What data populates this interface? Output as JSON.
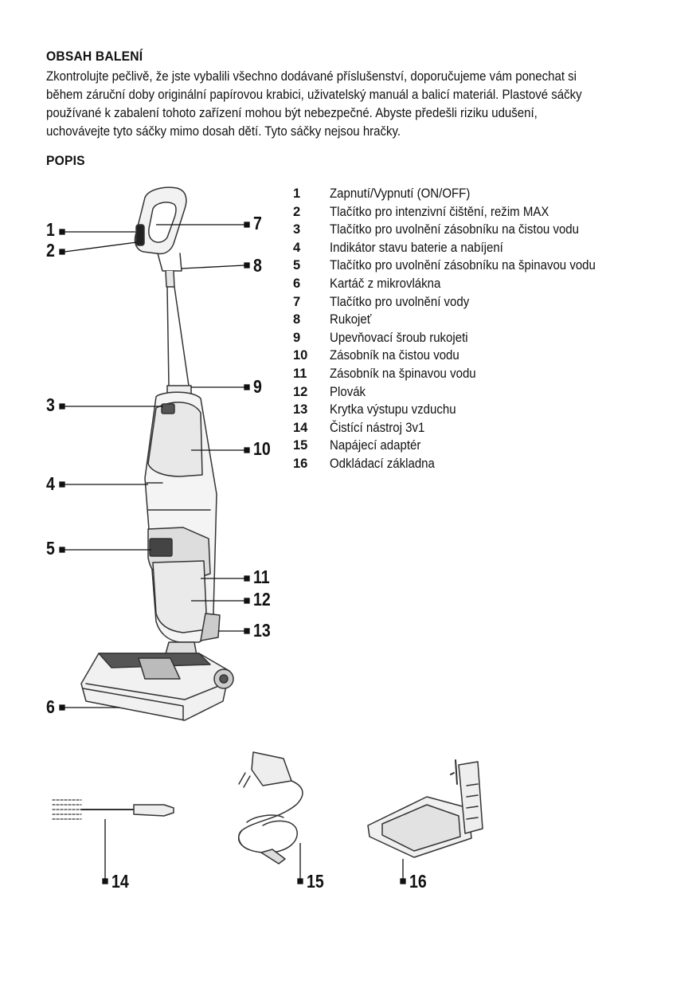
{
  "section_contents": {
    "heading": "OBSAH BALENÍ",
    "lines": [
      "Zkontrolujte pečlivě, že jste vybalili všechno dodávané příslušenství, doporučujeme vám ponechat si",
      "během záruční doby originální papírovou krabici, uživatelský manuál a balicí materiál. Plastové sáčky",
      "používané k zabalení tohoto zařízení mohou být nebezpečné. Abyste předešli riziku udušení,",
      "uchovávejte tyto sáčky  mimo dosah dětí. Tyto  sáčky  nejsou hračky."
    ]
  },
  "section_description": {
    "heading": "POPIS",
    "parts": [
      {
        "num": "1",
        "label": "Zapnutí/Vypnutí (ON/OFF)"
      },
      {
        "num": "2",
        "label": "Tlačítko pro intenzivní čištění, režim MAX"
      },
      {
        "num": "3",
        "label": "Tlačítko pro uvolnění zásobníku na čistou vodu"
      },
      {
        "num": "4",
        "label": "Indikátor stavu baterie a nabíjení"
      },
      {
        "num": "5",
        "label": "Tlačítko pro uvolnění zásobníku na špinavou vodu"
      },
      {
        "num": "6",
        "label": "Kartáč z mikrovlákna"
      },
      {
        "num": "7",
        "label": "Tlačítko pro uvolnění vody"
      },
      {
        "num": "8",
        "label": "Rukojeť"
      },
      {
        "num": "9",
        "label": "Upevňovací šroub rukojeti"
      },
      {
        "num": "10",
        "label": "Zásobník na čistou vodu"
      },
      {
        "num": "11",
        "label": "Zásobník na špinavou vodu"
      },
      {
        "num": "12",
        "label": "Plovák"
      },
      {
        "num": "13",
        "label": "Krytka výstupu vzduchu"
      },
      {
        "num": "14",
        "label": "Čistící nástroj 3v1"
      },
      {
        "num": "15",
        "label": "Napájecí adaptér"
      },
      {
        "num": "16",
        "label": "Odkládací základna"
      }
    ]
  },
  "figure_callouts": [
    "1",
    "2",
    "3",
    "4",
    "5",
    "6",
    "7",
    "8",
    "9",
    "10",
    "11",
    "12",
    "13",
    "14",
    "15",
    "16"
  ]
}
